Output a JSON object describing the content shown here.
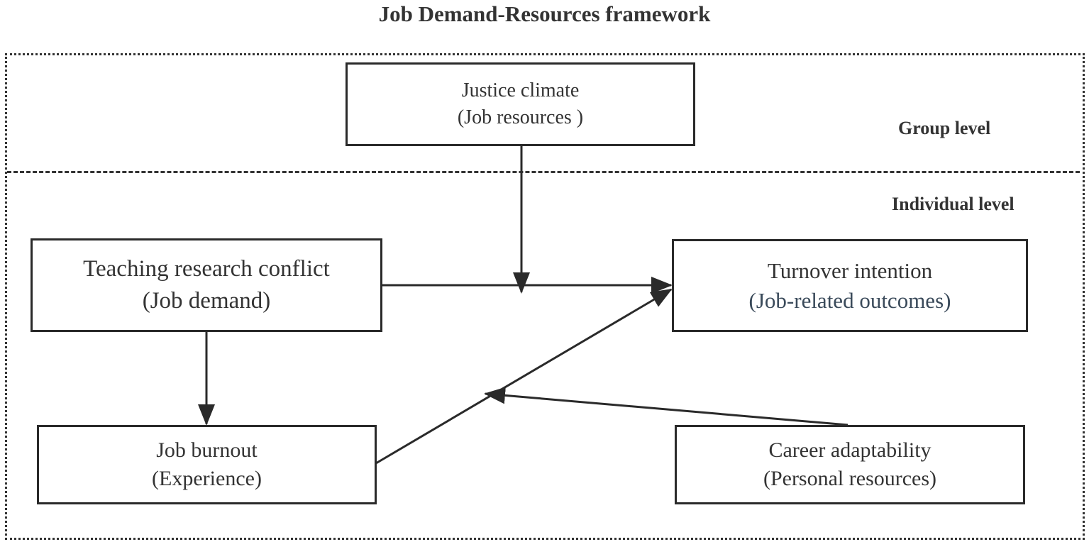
{
  "title": "Job Demand-Resources framework",
  "levels": {
    "group": "Group level",
    "individual": "Individual level"
  },
  "nodes": {
    "justice": {
      "line1": "Justice climate",
      "line2": "(Job resources )"
    },
    "teaching": {
      "line1": "Teaching research conflict",
      "line2": "(Job demand)"
    },
    "turnover": {
      "line1": "Turnover intention",
      "line2": "(Job-related outcomes)"
    },
    "burnout": {
      "line1": "Job burnout",
      "line2": "(Experience)"
    },
    "career": {
      "line1": "Career adaptability",
      "line2": "(Personal resources)"
    }
  },
  "edges": [
    {
      "from": "teaching",
      "to": "turnover"
    },
    {
      "from": "justice",
      "to": "teaching-turnover-path"
    },
    {
      "from": "teaching",
      "to": "burnout"
    },
    {
      "from": "burnout",
      "to": "turnover"
    },
    {
      "from": "career",
      "to": "burnout-turnover-path"
    }
  ]
}
